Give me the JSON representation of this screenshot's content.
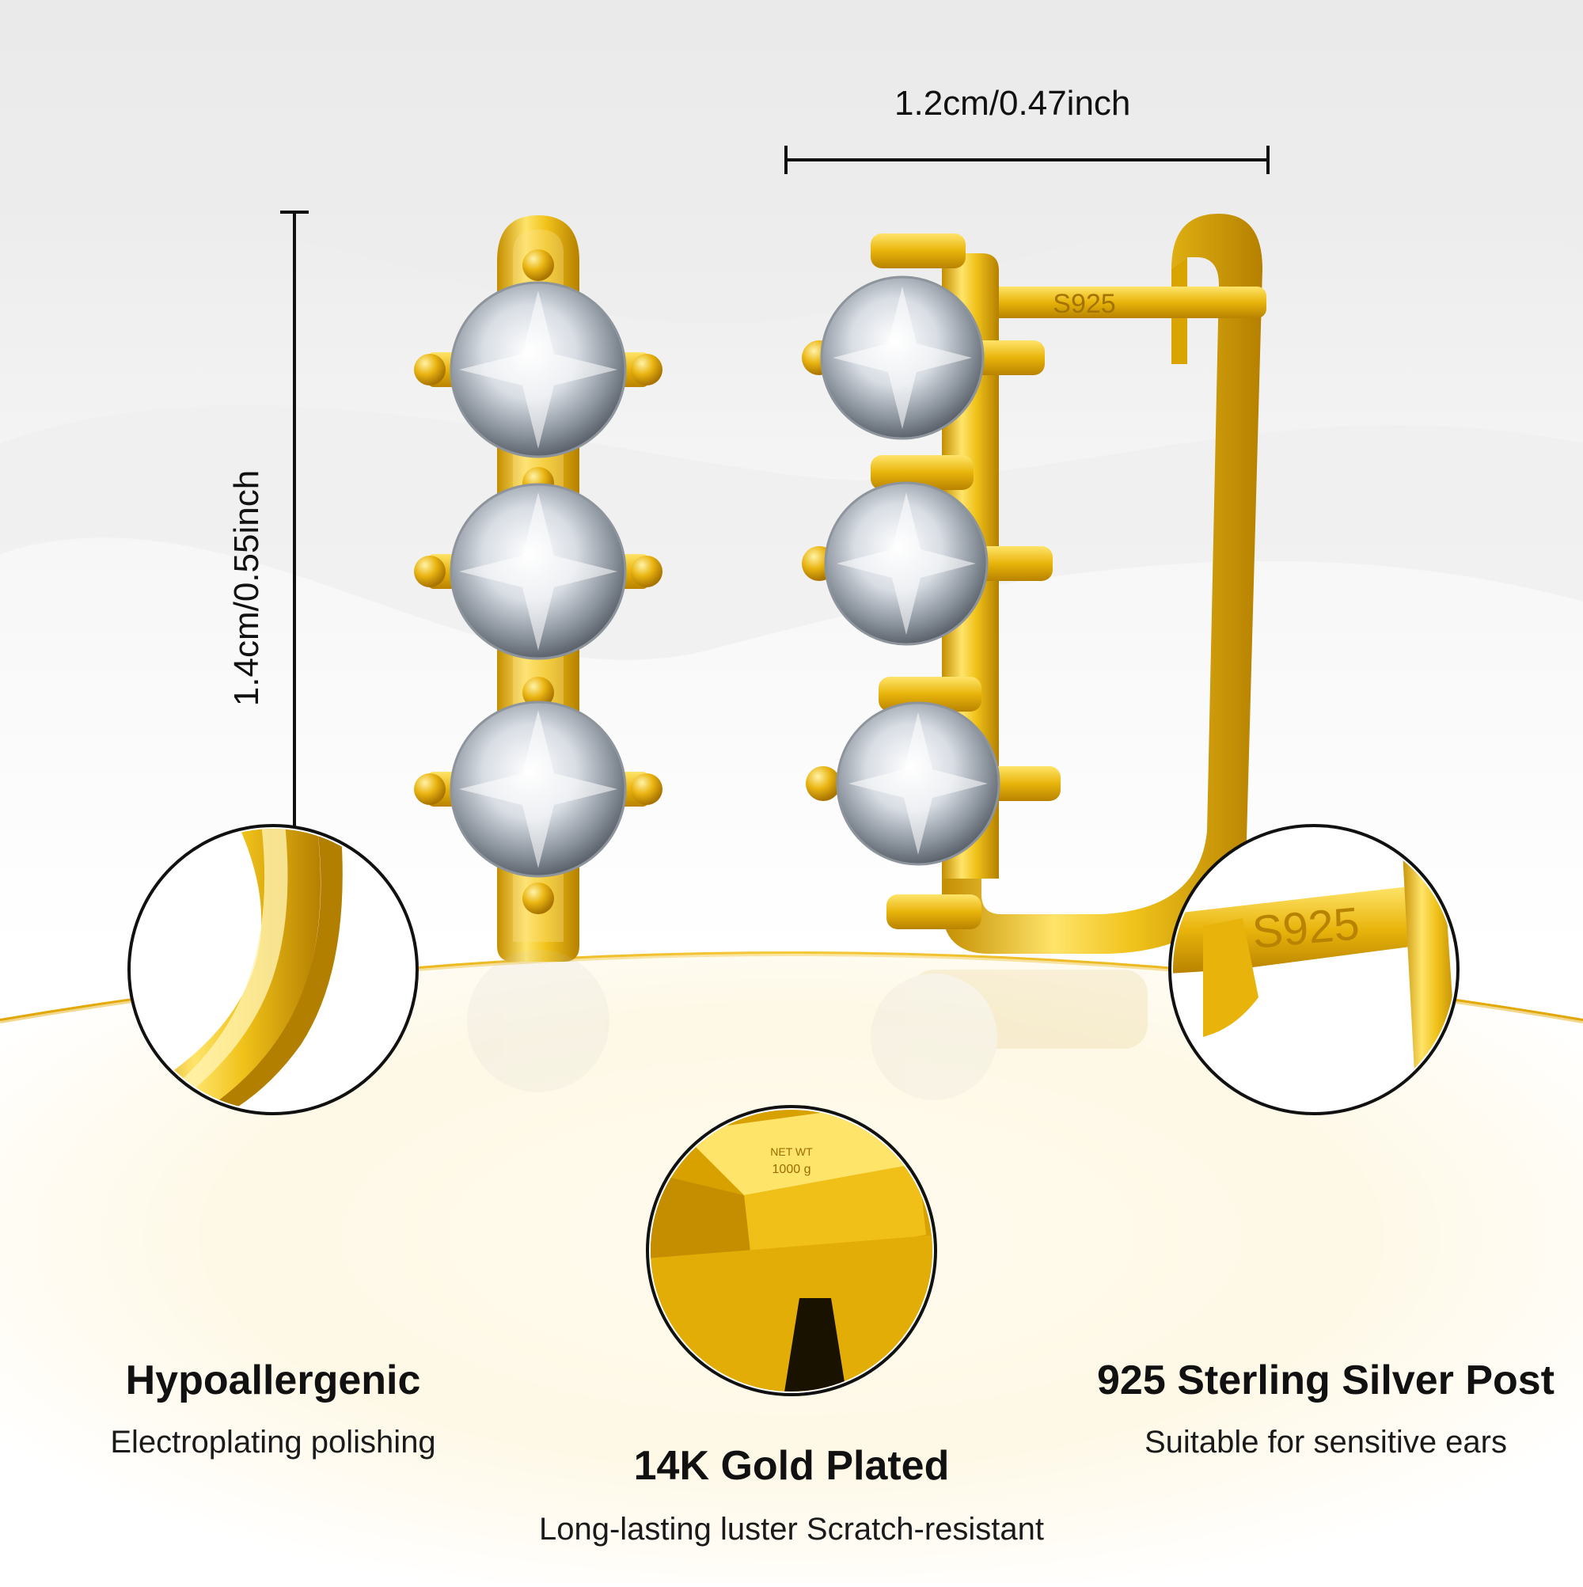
{
  "dimensions": {
    "width_label": "1.2cm/0.47inch",
    "height_label": "1.4cm/0.55inch"
  },
  "stamp_marks": {
    "earring_stamp": "S925",
    "closeup_stamp": "S925",
    "gold_bar_stamp_1": "NET WT",
    "gold_bar_stamp_2": "1000 g"
  },
  "features": [
    {
      "title": "Hypoallergenic",
      "subtitle": "Electroplating polishing",
      "icon": "polished-band-closeup"
    },
    {
      "title": "14K Gold Plated",
      "subtitle": "Long-lasting luster Scratch-resistant",
      "icon": "gold-bar-closeup"
    },
    {
      "title": "925 Sterling Silver Post",
      "subtitle": "Suitable for sensitive ears",
      "icon": "s925-post-closeup"
    }
  ],
  "colors": {
    "gold": "#e7b50a",
    "gold_light": "#ffe36b",
    "gold_dark": "#a87800",
    "background": "#f4f4f4",
    "text": "#111111"
  }
}
